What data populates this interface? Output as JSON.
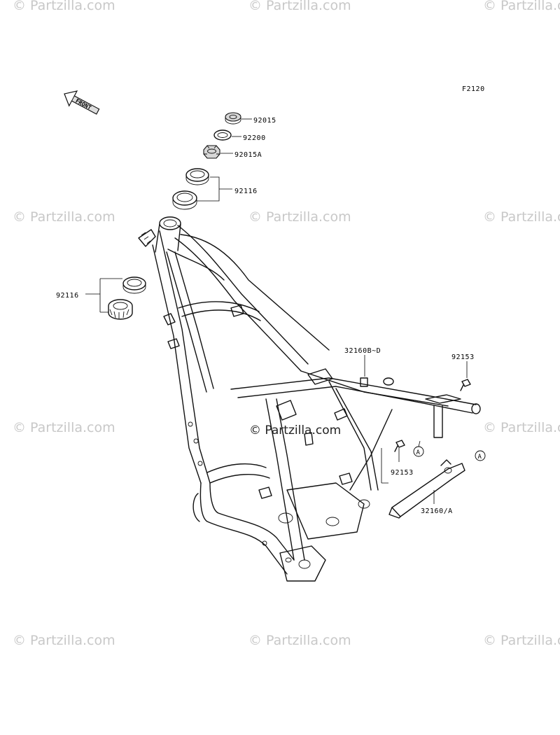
{
  "diagram": {
    "ref_code": "F2120",
    "front_label": "FRONT",
    "callouts": [
      {
        "id": "92015",
        "label": "92015"
      },
      {
        "id": "92200",
        "label": "92200"
      },
      {
        "id": "92015A",
        "label": "92015A"
      },
      {
        "id": "92116a",
        "label": "92116"
      },
      {
        "id": "92116b",
        "label": "92116"
      },
      {
        "id": "32160BD",
        "label": "32160B~D"
      },
      {
        "id": "92153a",
        "label": "92153"
      },
      {
        "id": "92153b",
        "label": "92153"
      },
      {
        "id": "32160A",
        "label": "32160/A"
      }
    ],
    "reference_marks": [
      "A",
      "A"
    ]
  },
  "watermark": {
    "text": "© Partzilla.com"
  }
}
